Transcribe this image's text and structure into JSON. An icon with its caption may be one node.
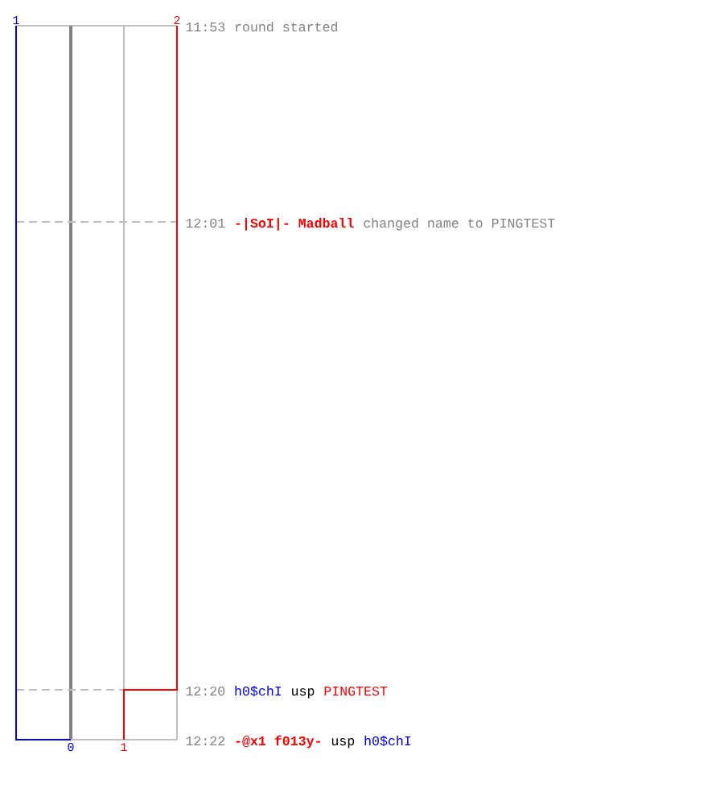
{
  "diagram": {
    "labels": [
      "1",
      "2",
      "11:53",
      "round started",
      "12:01",
      "-|SoI|- Madball",
      "changed name to PINGTEST",
      "12:20",
      "h0$chI",
      "usp",
      "PINGTEST",
      "0",
      "1",
      "12:22",
      "-@x1 f013y-",
      "usp",
      "h0$chI"
    ]
  }
}
